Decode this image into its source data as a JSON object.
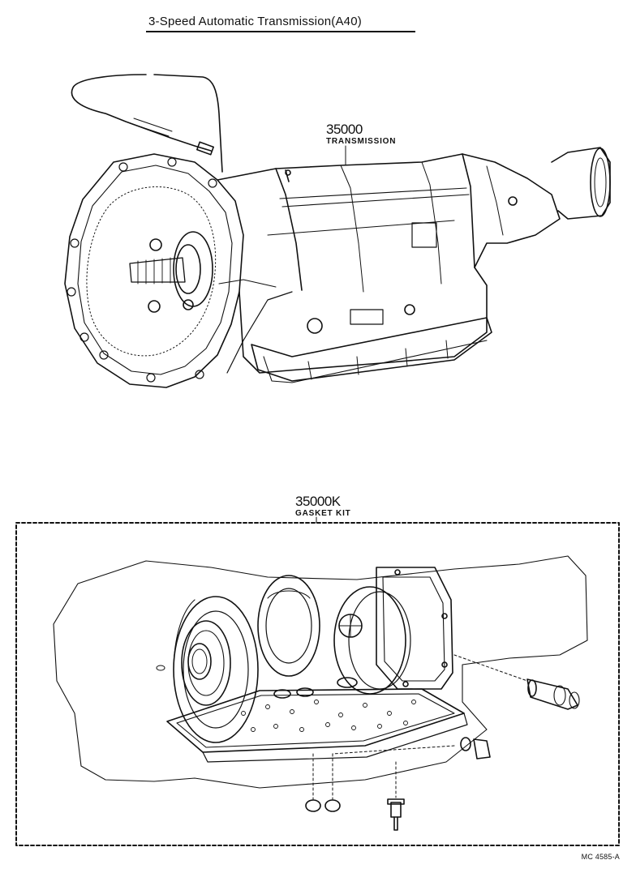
{
  "title": "3-Speed Automatic Transmission(A40)",
  "parts": [
    {
      "number": "35000",
      "name": "TRANSMISSION"
    },
    {
      "number": "35000K",
      "name": "GASKET KIT"
    }
  ],
  "reference_code": "MC 4585-A"
}
